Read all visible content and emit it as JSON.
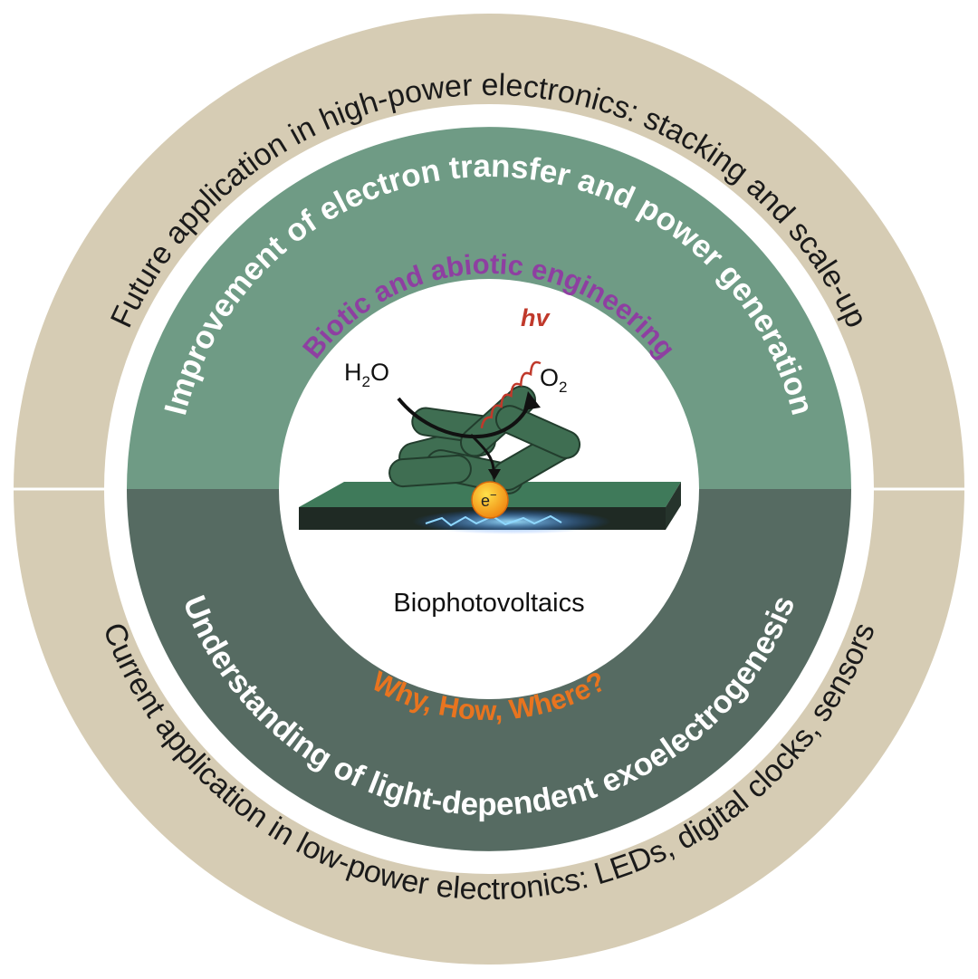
{
  "colors": {
    "outer_ring": "#d6ccb4",
    "upper_half": "#6f9b85",
    "lower_half": "#566b62",
    "purple_text": "#8e3fa1",
    "orange_text": "#e8741f",
    "light_red": "#c0392b",
    "cell_green": "#3f6e52",
    "electrode_top": "#3f7a5a",
    "electrode_side": "#1f2a24"
  },
  "outer_ring": {
    "top_text": "Future application in high-power electronics: stacking and scale-up",
    "bottom_text": "Current application in low-power electronics: LEDs, digital clocks, sensors"
  },
  "middle_ring": {
    "top_text": "Improvement of electron transfer and power generation",
    "top_subtext": "Biotic and abiotic engineering",
    "bottom_text": "Understanding of light-dependent exoelectrogenesis",
    "bottom_subtext": "Why, How, Where?"
  },
  "center": {
    "label": "Biophotovoltaics",
    "reactant": "H",
    "reactant_sub": "2",
    "reactant_tail": "O",
    "product": "O",
    "product_sub": "2",
    "light": "hv",
    "electron": "e",
    "electron_sup": "−"
  }
}
